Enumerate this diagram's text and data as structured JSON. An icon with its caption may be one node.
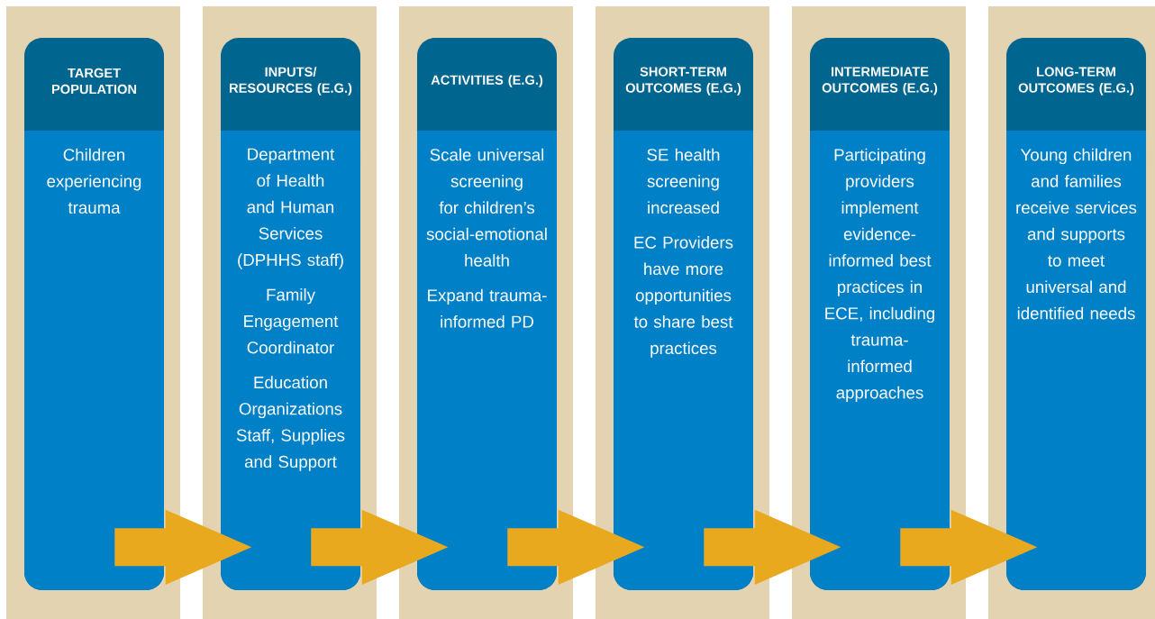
{
  "diagram": {
    "nodes": [
      {
        "text": [
          "TARGET POPULATION",
          "Children experiencing trauma"
        ]
      },
      {
        "text": [
          "INPUTS/ RESOURCES (E.G.)",
          "Department of Health and Human Services (DPHHS staff)",
          "Family Engagement Coordinator",
          "Education Organizations Staff, Supplies and Support"
        ]
      },
      {
        "text": [
          "ACTIVITIES (E.G.)",
          "Scale universal screening for children’s social-emotional health",
          "Expand trauma-informed PD"
        ]
      },
      {
        "text": [
          "SHORT-TERM OUTCOMES (E.G.)",
          "SE health screening increased",
          "EC Providers have more opportunities to share best practices"
        ]
      },
      {
        "text": [
          "INTERMEDIATE OUTCOMES (E.G.)",
          "Participating providers implement evidence-informed best practices in ECE, including trauma-informed approaches"
        ]
      },
      {
        "text": [
          "LONG-TERM OUTCOMES (E.G.)",
          "Young children and families receive services and supports to meet universal and identified needs"
        ]
      }
    ],
    "edges": [
      {
        "from": 0,
        "to": 1,
        "arrow": "to"
      },
      {
        "from": 1,
        "to": 2,
        "arrow": "to"
      },
      {
        "from": 2,
        "to": 3,
        "arrow": "to"
      },
      {
        "from": 3,
        "to": 4,
        "arrow": "to"
      },
      {
        "from": 4,
        "to": 5,
        "arrow": "to"
      }
    ]
  }
}
